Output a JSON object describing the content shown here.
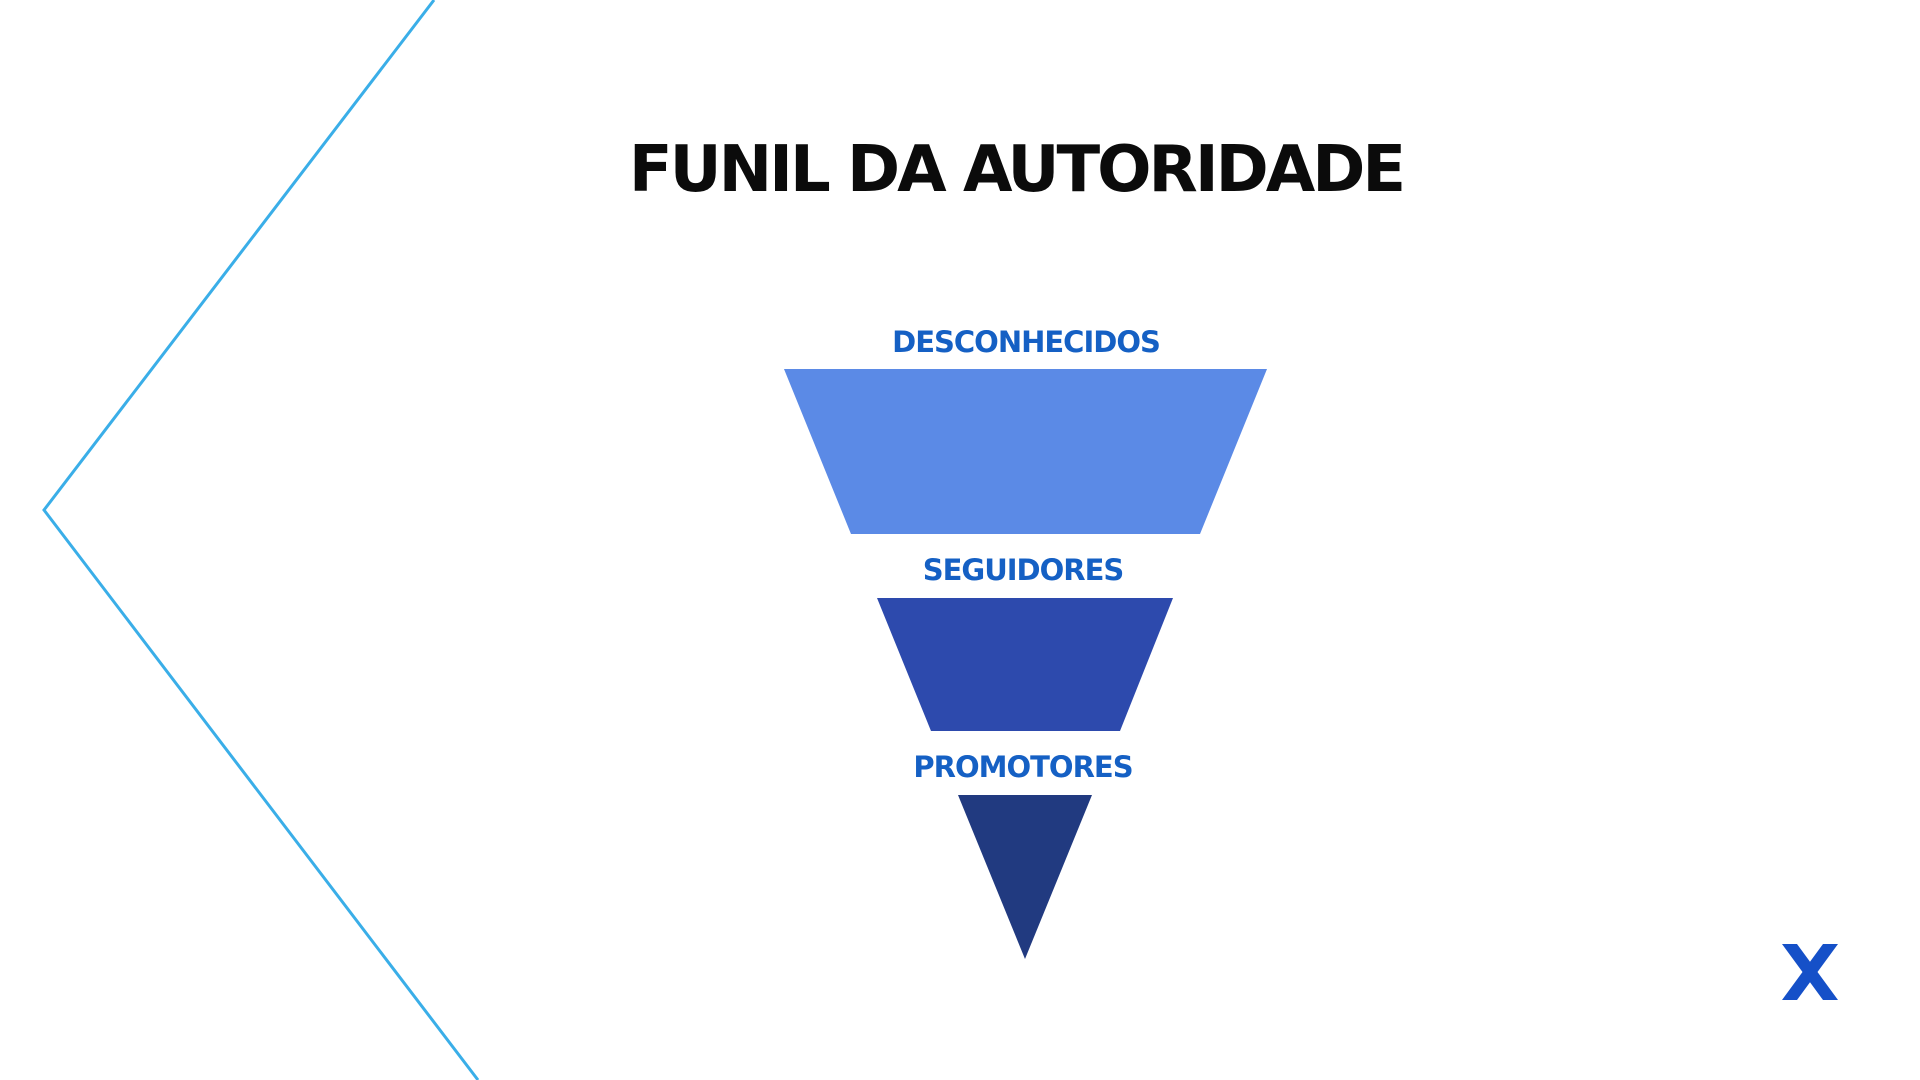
{
  "slide": {
    "title": "FUNIL DA AUTORIDADE",
    "accent_line_color": "#3aaee8",
    "logo_color": "#1550c8",
    "logo_icon": "x-logo-icon"
  },
  "funnel": {
    "label_color": "#1560c4",
    "stages": [
      {
        "label": "DESCONHECIDOS",
        "color": "#5b8ae6"
      },
      {
        "label": "SEGUIDORES",
        "color": "#2d4aad"
      },
      {
        "label": "PROMOTORES",
        "color": "#213a80"
      }
    ]
  }
}
